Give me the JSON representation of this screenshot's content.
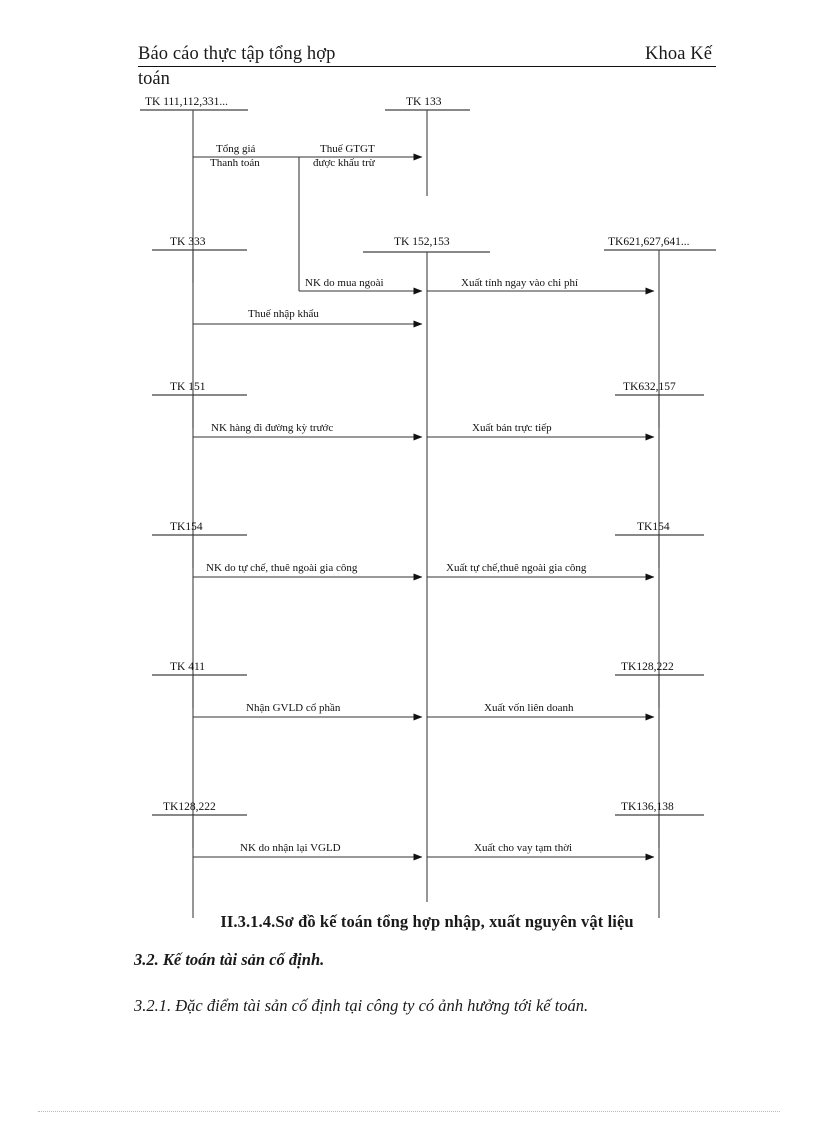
{
  "header": {
    "left": "Báo cáo thực tập tổng hợp",
    "right": "Khoa Kế",
    "continuation": "toán"
  },
  "diagram": {
    "accounts": {
      "r0_left": "TK 111,112,331...",
      "r0_mid": "TK 133",
      "r1_left": "TK 333",
      "r1_mid": "TK 152,153",
      "r1_right": "TK621,627,641...",
      "r2_left": "TK 151",
      "r2_right": "TK632,157",
      "r3_left": "TK154",
      "r3_right": "TK154",
      "r4_left": "TK 411",
      "r4_right": "TK128,222",
      "r5_left": "TK128,222",
      "r5_right": "TK136,138"
    },
    "flows": {
      "f1_line1": "Tổng giá",
      "f1_line2": "Thanh toán",
      "f2_line1": "Thuế GTGT",
      "f2_line2": "được khấu trừ",
      "f3": "NK do mua ngoài",
      "f4": "Xuất tính ngay vào chi phí",
      "f5": "Thuế nhập khẩu",
      "f6": "NK hàng đi đường kỳ trước",
      "f7": "Xuất bán trực tiếp",
      "f8": "NK do tự chế, thuê ngoài gia công",
      "f9": "Xuất tự chế,thuê ngoài gia công",
      "f10": "Nhận GVLD cổ phần",
      "f11": "Xuất vốn liên doanh",
      "f12": "NK do nhận lại VGLD",
      "f13": "Xuất cho vay tạm thời"
    }
  },
  "caption": "II.3.1.4.Sơ đồ kế toán tổng hợp nhập, xuất nguyên vật liệu",
  "section_heading": "3.2. Kế toán tài sản cố định.",
  "sub_heading": "3.2.1. Đặc điểm tài sản cố định tại công ty có ảnh hưởng tới kế toán."
}
